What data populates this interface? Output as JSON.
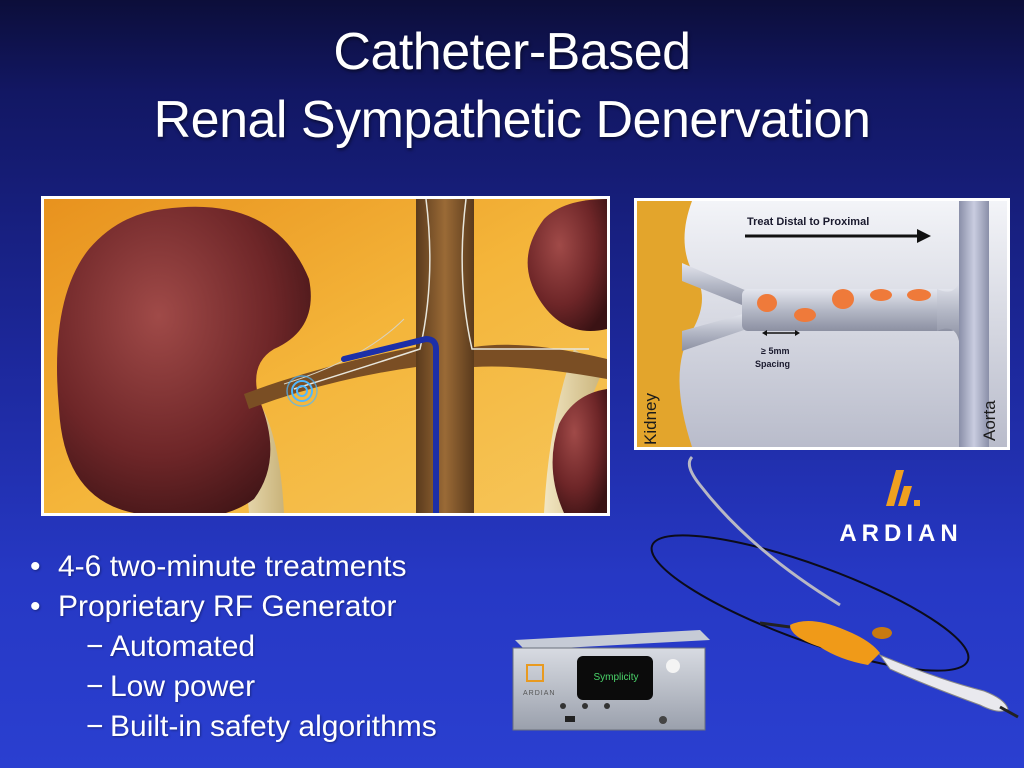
{
  "slide": {
    "title_line1": "Catheter-Based",
    "title_line2": "Renal Sympathetic Denervation",
    "background_colors": [
      "#0c0e3a",
      "#2a3fd0"
    ]
  },
  "diagram": {
    "direction_label": "Treat Distal to Proximal",
    "spacing_label_line1": "≥ 5mm",
    "spacing_label_line2": "Spacing",
    "kidney_label": "Kidney",
    "aorta_label": "Aorta",
    "ablation_color": "#ef7a3a"
  },
  "bullets": [
    {
      "text": "4-6 two-minute treatments"
    },
    {
      "text": "Proprietary RF Generator"
    }
  ],
  "sub_bullets": [
    {
      "text": "Automated"
    },
    {
      "text": "Low power"
    },
    {
      "text": "Built-in safety algorithms"
    }
  ],
  "markers": {
    "bullet": "•",
    "dash": "−"
  },
  "logo": {
    "text": "ARDIAN",
    "mark_color": "#f0a020"
  },
  "generator": {
    "screen_text": "Symplicity",
    "brand_text": "ARDIAN"
  }
}
